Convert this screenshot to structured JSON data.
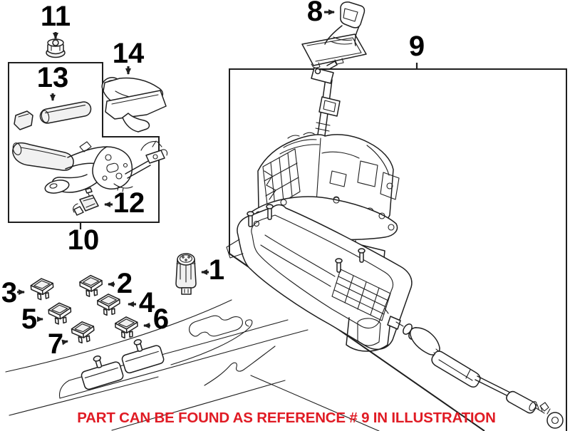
{
  "illustration": {
    "callouts": [
      {
        "num": "1"
      },
      {
        "num": "2"
      },
      {
        "num": "3"
      },
      {
        "num": "4"
      },
      {
        "num": "5"
      },
      {
        "num": "6"
      },
      {
        "num": "7"
      },
      {
        "num": "8"
      },
      {
        "num": "9"
      },
      {
        "num": "10"
      },
      {
        "num": "11"
      },
      {
        "num": "12"
      },
      {
        "num": "13"
      },
      {
        "num": "14"
      }
    ],
    "footer_note": "PART CAN BE FOUND AS REFERENCE # 9 IN ILLUSTRATION",
    "colors": {
      "line": "#1f1f1f",
      "text": "#000000",
      "note_red": "#e01b24",
      "background": "#ffffff"
    }
  }
}
